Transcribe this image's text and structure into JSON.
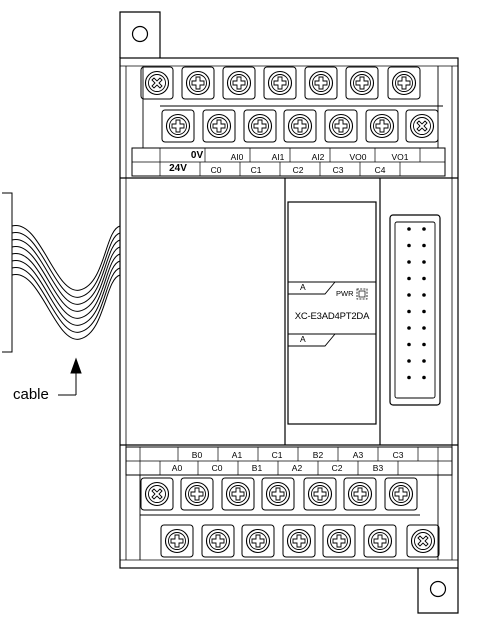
{
  "title": "XC-E3AD4PT2DA",
  "pwr_label": "PWR",
  "channel_marker": "A",
  "cable_label": "cable",
  "upper_terminals": {
    "row1": [
      "0V",
      "AI0",
      "AI1",
      "AI2",
      "VO0",
      "VO1"
    ],
    "row2": [
      "24V",
      "C0",
      "C1",
      "C2",
      "C3",
      "C4"
    ]
  },
  "lower_terminals": {
    "row1": [
      "B0",
      "A1",
      "C1",
      "B2",
      "A3",
      "C3"
    ],
    "row2": [
      "A0",
      "C0",
      "B1",
      "A2",
      "C2",
      "B3"
    ]
  },
  "icons": [
    "terminal-screw-icon",
    "blank-screw-icon",
    "mounting-hole-icon",
    "arrow-up-icon"
  ]
}
